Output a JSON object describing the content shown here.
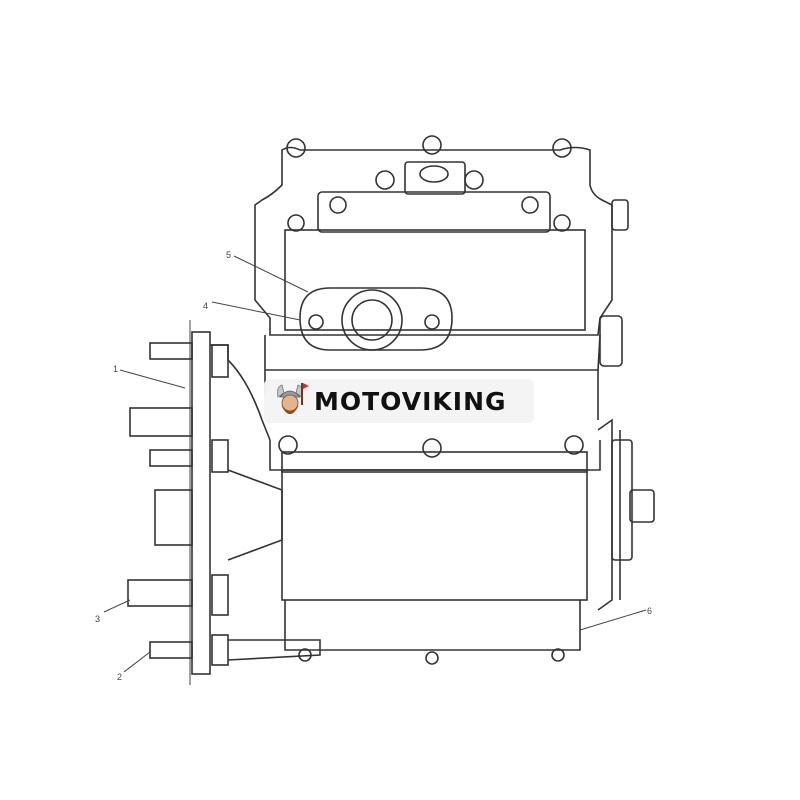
{
  "brand": {
    "name": "MOTOVIKING"
  },
  "callouts": [
    {
      "id": "1",
      "label": "1"
    },
    {
      "id": "2",
      "label": "2"
    },
    {
      "id": "3",
      "label": "3"
    },
    {
      "id": "4",
      "label": "4"
    },
    {
      "id": "5",
      "label": "5"
    },
    {
      "id": "6",
      "label": "6"
    }
  ],
  "colors": {
    "line": "#333333",
    "background": "#ffffff",
    "banner": "#f4f4f4"
  }
}
